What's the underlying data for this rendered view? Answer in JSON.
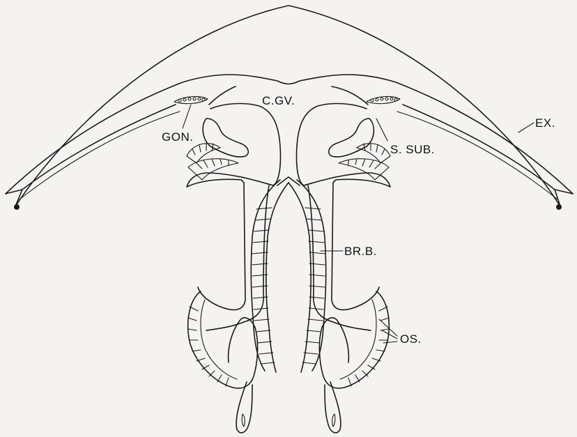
{
  "labels": {
    "cgv": "C.GV.",
    "gon": "GON.",
    "ssub": "S. SUB.",
    "ex": "EX.",
    "brb": "BR.B.",
    "os": "OS."
  },
  "colors": {
    "background": "#f4f3ef",
    "ink": "#1a1a1a"
  }
}
